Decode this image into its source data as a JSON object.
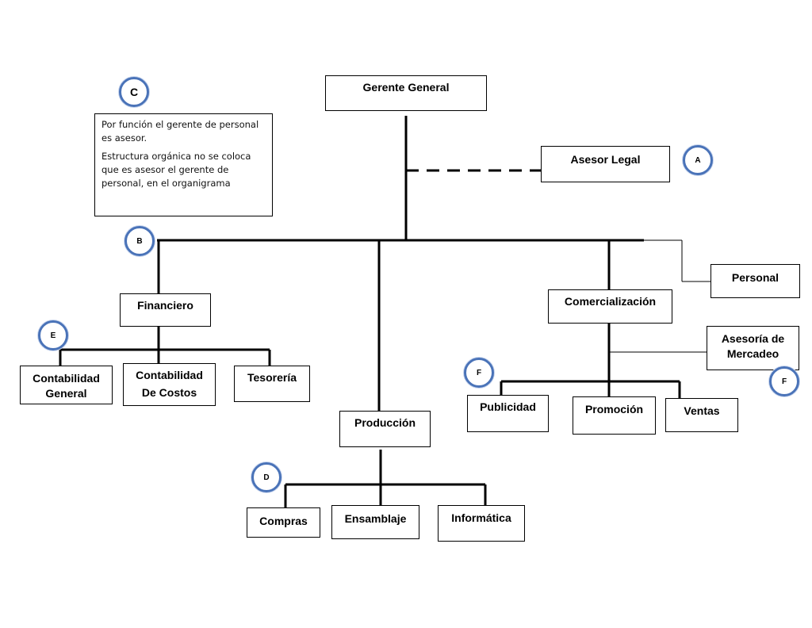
{
  "boxes": {
    "gerente_general": "Gerente General",
    "asesor_legal": "Asesor Legal",
    "personal": "Personal",
    "financiero": "Financiero",
    "comercializacion": "Comercialización",
    "asesoria_mercadeo_1": "Asesoría de",
    "asesoria_mercadeo_2": "Mercadeo",
    "contabilidad_general_1": "Contabilidad",
    "contabilidad_general_2": "General",
    "contabilidad_costos_1": "Contabilidad",
    "contabilidad_costos_2": "De Costos",
    "tesoreria": "Tesorería",
    "produccion": "Producción",
    "publicidad": "Publicidad",
    "promocion": "Promoción",
    "ventas": "Ventas",
    "compras": "Compras",
    "ensamblaje": "Ensamblaje",
    "informatica": "Informática"
  },
  "note": {
    "line1": "Por función el gerente de personal es asesor.",
    "line2": "Estructura orgánica no se coloca que es asesor el gerente de personal, en el organigrama"
  },
  "markers": {
    "a": "A",
    "b": "B",
    "c": "C",
    "d": "D",
    "e": "E",
    "f1": "F",
    "f2": "F"
  }
}
